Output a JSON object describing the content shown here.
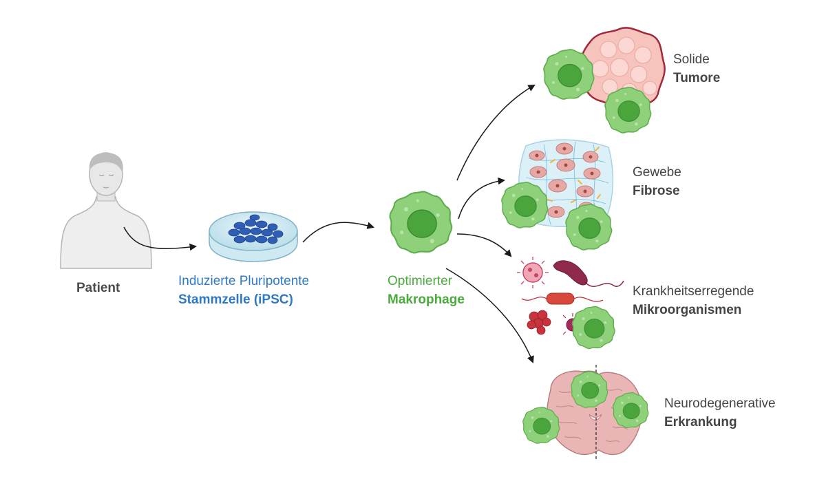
{
  "patient": {
    "label": "Patient",
    "icon": "patient-icon"
  },
  "ipsc": {
    "line1": "Induzierte Pluripotente",
    "line2": "Stammzelle (iPSC)",
    "color": "#2f78c4",
    "icon": "petri-dish-icon"
  },
  "macrophage": {
    "line1": "Optimierter",
    "line2": "Makrophage",
    "color": "#4aab3c",
    "icon": "macrophage-icon"
  },
  "targets": [
    {
      "line1": "Solide",
      "line2": "Tumore",
      "icon": "tumor-icon"
    },
    {
      "line1": "Gewebe",
      "line2": "Fibrose",
      "icon": "fibrosis-tissue-icon"
    },
    {
      "line1": "Krankheitserregende",
      "line2": "Mikroorganismen",
      "icon": "microorganisms-icon"
    },
    {
      "line1": "Neurodegenerative",
      "line2": "Erkrankung",
      "icon": "brain-icon"
    }
  ],
  "colors": {
    "macrophage_fill": "#8fd07a",
    "macrophage_nucleus": "#4aa63c",
    "tumor": "#f6c3bd",
    "tumor_edge": "#a0283a",
    "arrow": "#1a1a1a"
  }
}
